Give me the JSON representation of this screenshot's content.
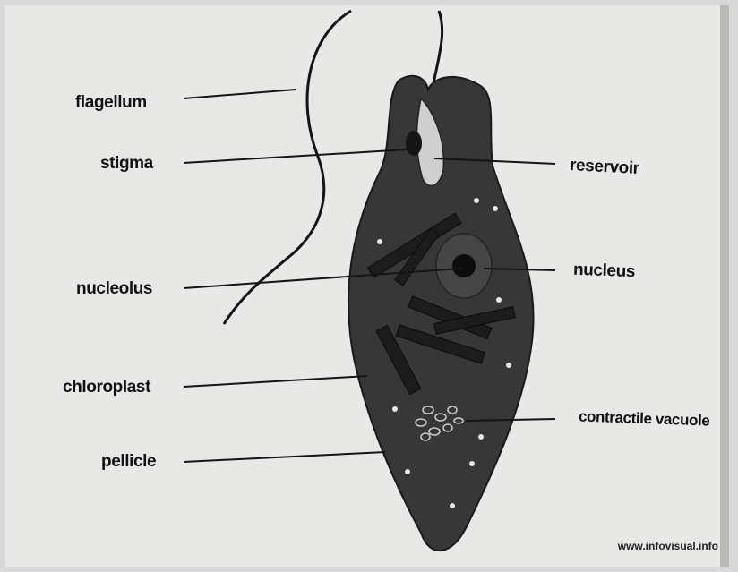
{
  "labels": {
    "flagellum": "flagellum",
    "stigma": "stigma",
    "nucleolus": "nucleolus",
    "chloroplast": "chloroplast",
    "pellicle": "pellicle",
    "reservoir": "reservoir",
    "nucleus": "nucleus",
    "contractile_vacuole": "contractile vacuole"
  },
  "credit": "www.infovisual.info",
  "colors": {
    "cell_body": "#373737",
    "chloroplast": "#1c1c1c",
    "nucleus": "#454545",
    "paper": "#e8e8e6"
  }
}
